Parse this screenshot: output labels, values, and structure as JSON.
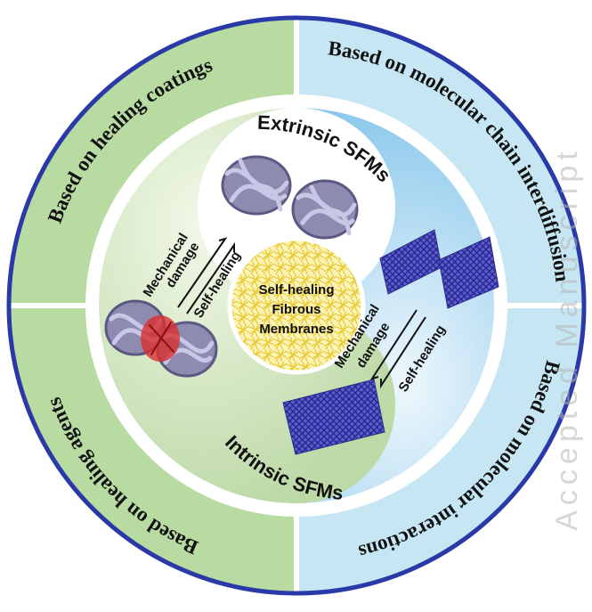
{
  "outer_ring": {
    "top_left": "Based on healing coatings",
    "top_right": "Based on molecular chain interdiffusion",
    "bottom_right": "Based on molecular interactions",
    "bottom_left": "Based on healing agents"
  },
  "center": {
    "line1": "Self-healing",
    "line2": "Fibrous",
    "line3": "Membranes"
  },
  "extrinsic": {
    "title": "Extrinsic SFMs",
    "damage_line1": "Mechanical",
    "damage_line2": "damage",
    "healing": "Self-healing"
  },
  "intrinsic": {
    "title": "Intrinsic SFMs",
    "damage_line1": "Mechanical",
    "damage_line2": "damage",
    "healing": "Self-healing"
  },
  "watermark": "Accepted Manuscript",
  "colors": {
    "green_quadrant": "#b8dba2",
    "blue_quadrant": "#c6e6f3",
    "outer_border": "#2a39a8",
    "yin_green": "#cfe3bb",
    "yin_blue": "#9fd0ec",
    "center_fibers": "#f3de56",
    "purple_mesh": "#3d3fb0",
    "damage_red": "#d93030"
  }
}
